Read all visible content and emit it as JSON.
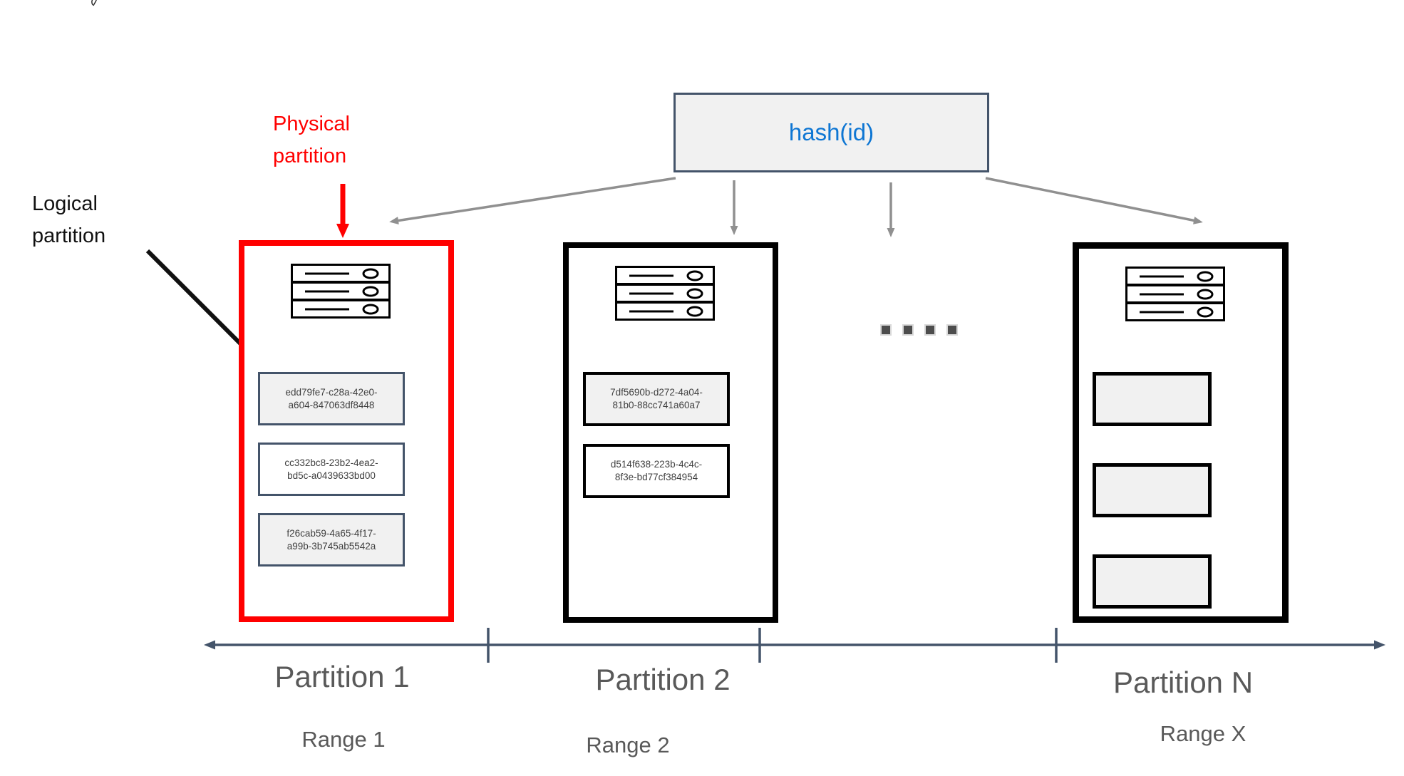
{
  "annotations": {
    "physical_partition": "Physical partition",
    "logical_partition": "Logical partition"
  },
  "hash_box": {
    "label": "hash(id)"
  },
  "ellipsis": {
    "dot_count": 4
  },
  "partitions": [
    {
      "name": "Partition 1",
      "range": "Range 1",
      "highlighted": true,
      "items": [
        {
          "text": "edd79fe7-c28a-42e0-\na604-847063df8448",
          "filled": true
        },
        {
          "text": "cc332bc8-23b2-4ea2-\nbd5c-a0439633bd00",
          "filled": false
        },
        {
          "text": "f26cab59-4a65-4f17-\na99b-3b745ab5542a",
          "filled": true
        }
      ]
    },
    {
      "name": "Partition 2",
      "range": "Range 2",
      "highlighted": false,
      "items": [
        {
          "text": "7df5690b-d272-4a04-\n81b0-88cc741a60a7",
          "filled": true
        },
        {
          "text": "d514f638-223b-4c4c-\n8f3e-bd77cf384954",
          "filled": false
        }
      ]
    },
    {
      "name": "Partition N",
      "range": "Range X",
      "highlighted": false,
      "items": [
        {
          "text": "",
          "filled": true
        },
        {
          "text": "",
          "filled": true
        },
        {
          "text": "",
          "filled": true
        }
      ]
    }
  ],
  "colors": {
    "highlight_red": "#ff0000",
    "hash_text_blue": "#0e76d3",
    "box_border_slate": "#44546a",
    "gray_arrow": "#909090",
    "label_gray": "#595959",
    "fill_light_gray": "#f1f1f1"
  }
}
